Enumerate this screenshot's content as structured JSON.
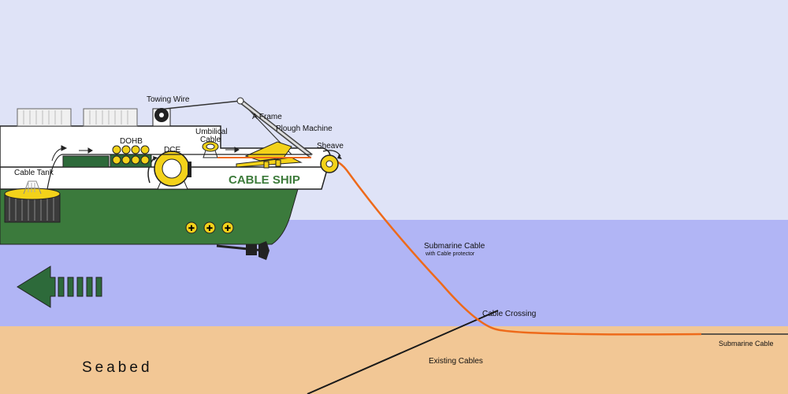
{
  "colors": {
    "sky": "#dfe3f7",
    "sea": "#b1b5f5",
    "seabed": "#f2c795",
    "hull_green": "#3b7a3c",
    "deck_white": "#ffffff",
    "cable_orange": "#ee6a1a",
    "machine_yellow": "#f3d21a",
    "ship_text_green": "#3d7b3b"
  },
  "labels": {
    "towing_wire": "Towing Wire",
    "a_frame": "A Frame",
    "plough_machine": "Plough Machine",
    "umbilical_cable": [
      "Umbilical",
      "Cable"
    ],
    "dohb": "DOHB",
    "dce": "DCE",
    "sheave": "Sheave",
    "cable_tank": "Cable Tank",
    "cable_ship": "CABLE SHIP",
    "submarine_cable_main": "Submarine Cable",
    "submarine_cable_sub": "with Cable protector",
    "cable_crossing": "Cable Crossing",
    "existing_cables": "Existing Cables",
    "submarine_cable_right": "Submarine Cable",
    "seabed": "Seabed"
  },
  "icons": {
    "direction_arrow": "left-arrow-icon",
    "thruster": "propeller-icon"
  }
}
